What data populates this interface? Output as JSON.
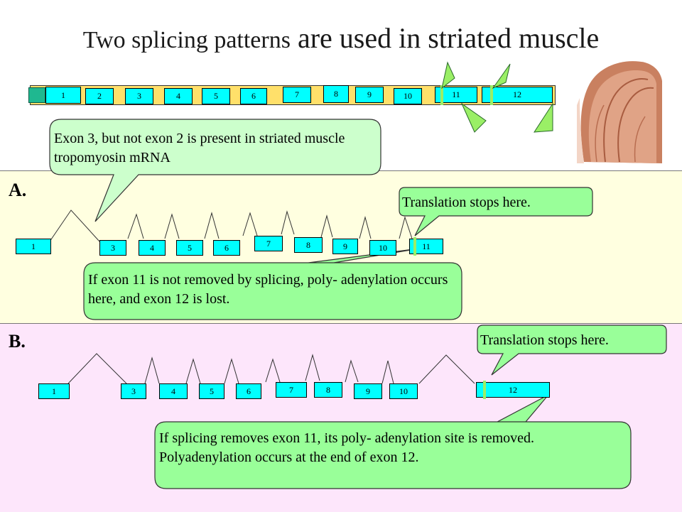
{
  "title": {
    "part1": "Two splicing patterns",
    "part2": " are used in striated muscle"
  },
  "colors": {
    "exon_yellow": "#ffff00",
    "exon_cyan": "#00ffff",
    "callout_green": "#99ff99",
    "polya_marker": "#9aef66",
    "panel_a_bg": "#ffffe0",
    "panel_b_bg": "#fde6fb"
  },
  "gene": {
    "exons": [
      "1",
      "2",
      "3",
      "4",
      "5",
      "6",
      "7",
      "8",
      "9",
      "10",
      "11",
      "12"
    ]
  },
  "callout_top": {
    "text": "Exon 3, but not exon 2 is present in striated muscle tropomyosin mRNA"
  },
  "panel_a": {
    "label": "A.",
    "exons": [
      "1",
      "3",
      "4",
      "5",
      "6",
      "7",
      "8",
      "9",
      "10",
      "11"
    ],
    "stop_callout": "Translation stops here.",
    "polya_callout": "If exon 11 is not removed by splicing, poly- adenylation occurs here, and exon 12 is lost."
  },
  "panel_b": {
    "label": "B.",
    "exons": [
      "1",
      "3",
      "4",
      "5",
      "6",
      "7",
      "8",
      "9",
      "10",
      "12"
    ],
    "stop_callout": "Translation stops here.",
    "polya_callout": "If splicing removes exon 11, its poly- adenylation site is removed.  Polyadenylation occurs at the end of exon 12."
  },
  "image": {
    "subject": "striated muscle (shoulder) illustration"
  }
}
